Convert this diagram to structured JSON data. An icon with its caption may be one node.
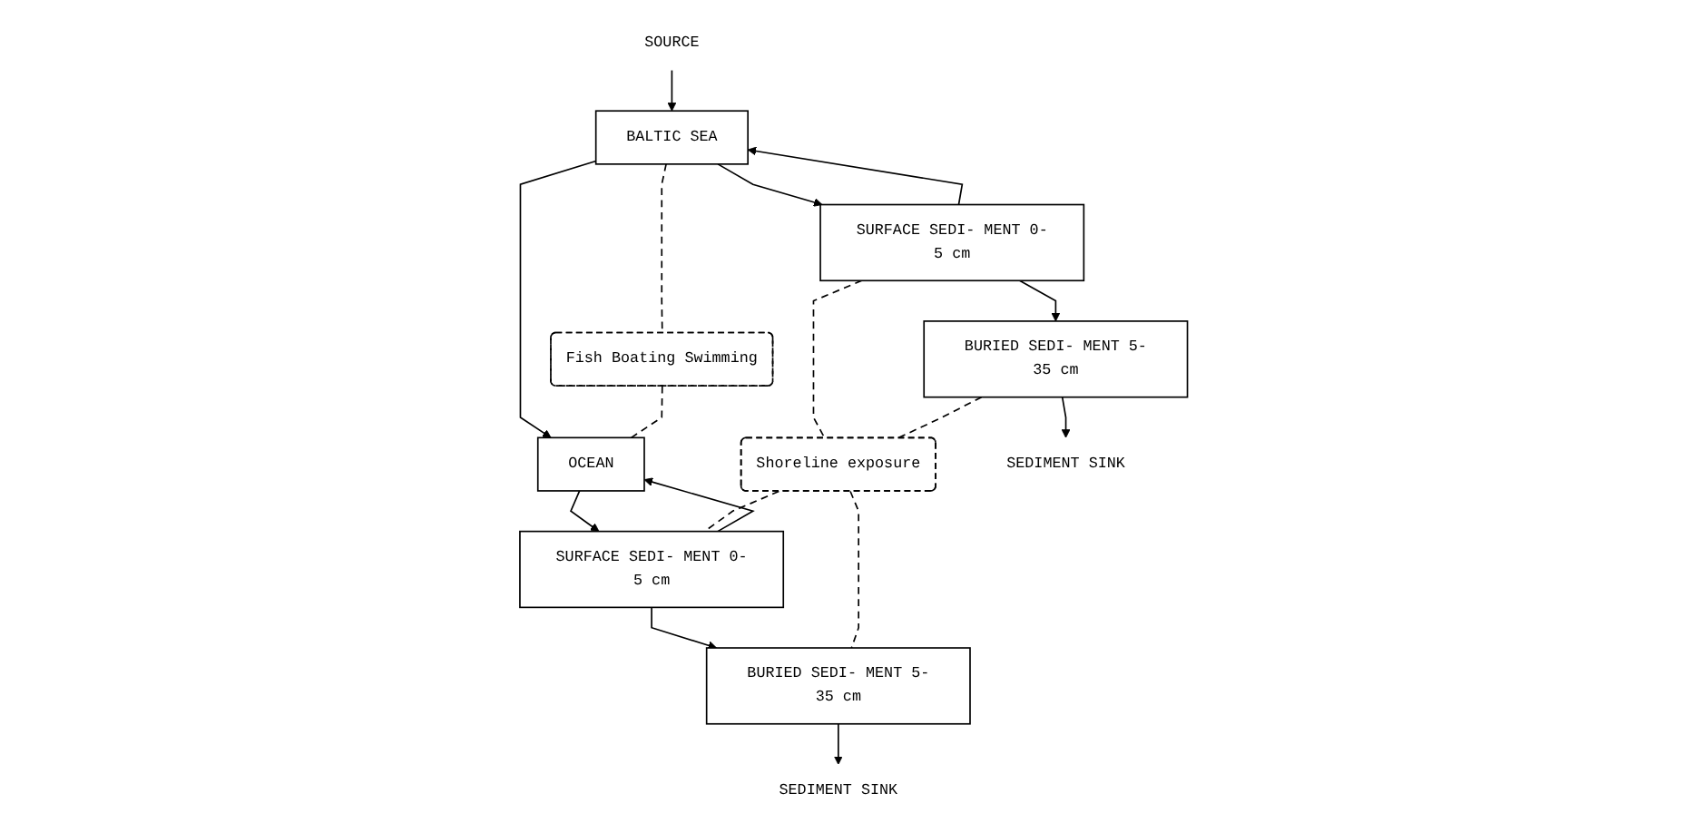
{
  "diagram": {
    "nodes": [
      {
        "text": [
          "SOURCE"
        ]
      },
      {
        "text": [
          "BALTIC SEA"
        ]
      },
      {
        "text": [
          "OCEAN"
        ]
      },
      {
        "text": [
          "Fish Boating Swimming"
        ]
      },
      {
        "text": [
          "SURFACE SEDI- MENT 0-5 cm"
        ]
      },
      {
        "text": [
          "SURFACE SEDI- MENT 0-5 cm"
        ]
      },
      {
        "text": [
          "Shoreline exposure"
        ]
      },
      {
        "text": [
          "BURIED SEDI- MENT 5-35 cm"
        ]
      },
      {
        "text": [
          "BURIED SEDI- MENT 5-35 cm"
        ]
      },
      {
        "text": [
          "SEDIMENT SINK"
        ]
      },
      {
        "text": [
          "SEDIMENT SINK"
        ]
      }
    ],
    "edges": [
      {
        "from": 0,
        "to": 1,
        "arrow": "to"
      },
      {
        "from": 1,
        "to": 2,
        "arrow": "to"
      },
      {
        "from": 1,
        "to": 4,
        "arrow": "to"
      },
      {
        "from": 4,
        "to": 1,
        "arrow": "to"
      },
      {
        "from": 2,
        "to": 5,
        "arrow": "to"
      },
      {
        "from": 5,
        "to": 2,
        "arrow": "to"
      },
      {
        "from": 4,
        "to": 7,
        "arrow": "to"
      },
      {
        "from": 5,
        "to": 8,
        "arrow": "to"
      },
      {
        "from": 7,
        "to": 9,
        "arrow": "to"
      },
      {
        "from": 8,
        "to": 10,
        "arrow": "to"
      },
      {
        "from": 1,
        "to": 3,
        "arrow": "none",
        "style": "dashed"
      },
      {
        "from": 3,
        "to": 2,
        "arrow": "none",
        "style": "dashed"
      },
      {
        "from": 4,
        "to": 6,
        "arrow": "none",
        "style": "dashed"
      },
      {
        "from": 6,
        "to": 5,
        "arrow": "none",
        "style": "dashed"
      },
      {
        "from": 7,
        "to": 6,
        "arrow": "none",
        "style": "dashed"
      },
      {
        "from": 6,
        "to": 8,
        "arrow": "none",
        "style": "dashed"
      }
    ]
  }
}
